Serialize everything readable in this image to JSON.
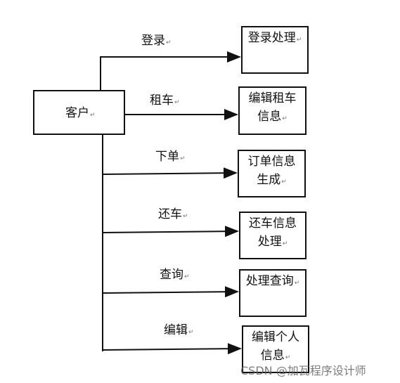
{
  "actor": {
    "label": "客户"
  },
  "paragraph_mark": "↵",
  "flows": [
    {
      "action": "登录",
      "target": "登录处理"
    },
    {
      "action": "租车",
      "target": "编辑租车信息"
    },
    {
      "action": "下单",
      "target": "订单信息生成"
    },
    {
      "action": "还车",
      "target": "还车信息处理"
    },
    {
      "action": "查询",
      "target": "处理查询"
    },
    {
      "action": "编辑",
      "target": "编辑个人信息"
    }
  ],
  "watermark": "CSDN @加瓦程序设计师",
  "colors": {
    "line": "#111111",
    "background": "#ffffff",
    "watermark": "#666666"
  }
}
